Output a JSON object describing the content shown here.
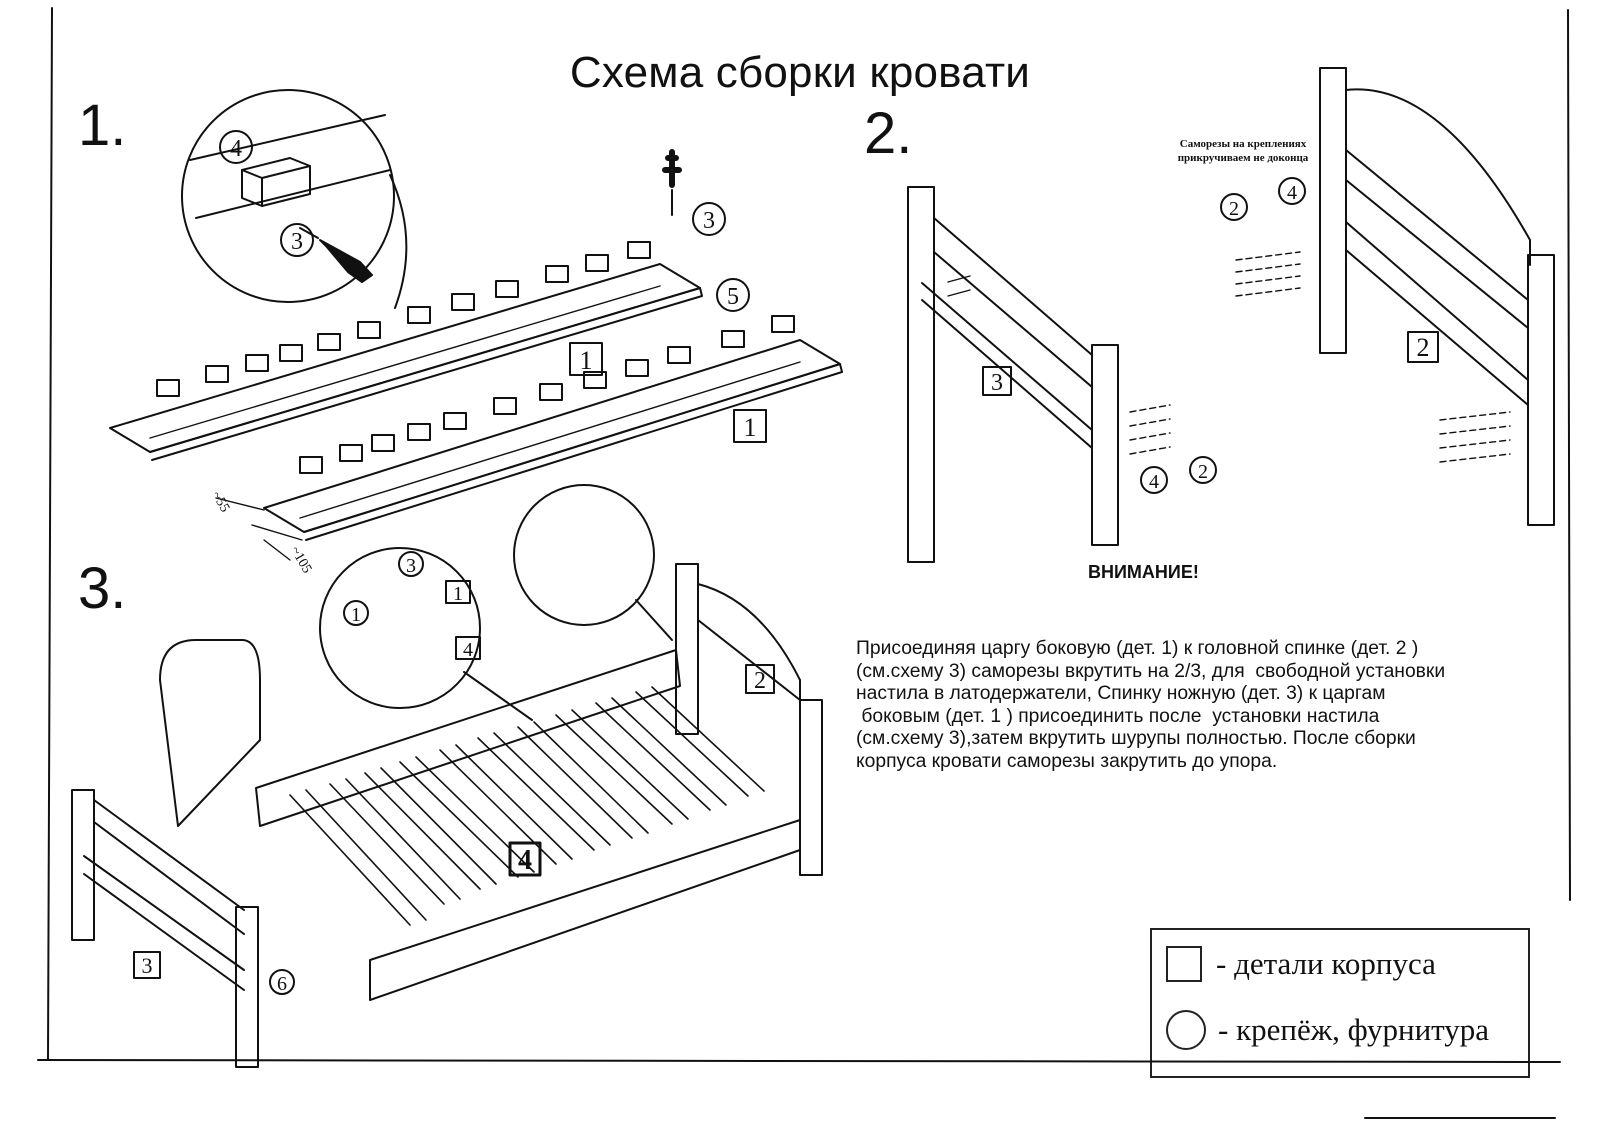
{
  "title": "Схема сборки кровати",
  "steps": {
    "s1": "1.",
    "s2": "2.",
    "s3": "3."
  },
  "note_top": [
    "Саморезы на креплениях",
    "прикручиваем не доконца"
  ],
  "warning": "ВНИМАНИЕ!",
  "instructions": [
    "Присоединяя царгу боковую (дет. 1) к головной спинке (дет. 2 )",
    "(см.схему 3) саморезы вкрутить на 2/3, для  свободной установки",
    "настила в латодержатели, Спинку ножную (дет. 3) к царгам",
    " боковым (дет. 1 ) присоединить после  установки настила",
    "(см.схему 3),затем вкрутить шурупы полностью. После сборки",
    "корпуса кровати саморезы закрутить до упора."
  ],
  "legend": {
    "parts": "- детали корпуса",
    "fasteners": "- крепёж, фурнитура"
  },
  "labels": {
    "part1": "1",
    "part2": "2",
    "part3": "3",
    "part4": "4",
    "fix2": "2",
    "fix3": "3",
    "fix4": "4",
    "fix5": "5",
    "fix6": "6",
    "dim55": "~55",
    "dim105": "~105"
  }
}
